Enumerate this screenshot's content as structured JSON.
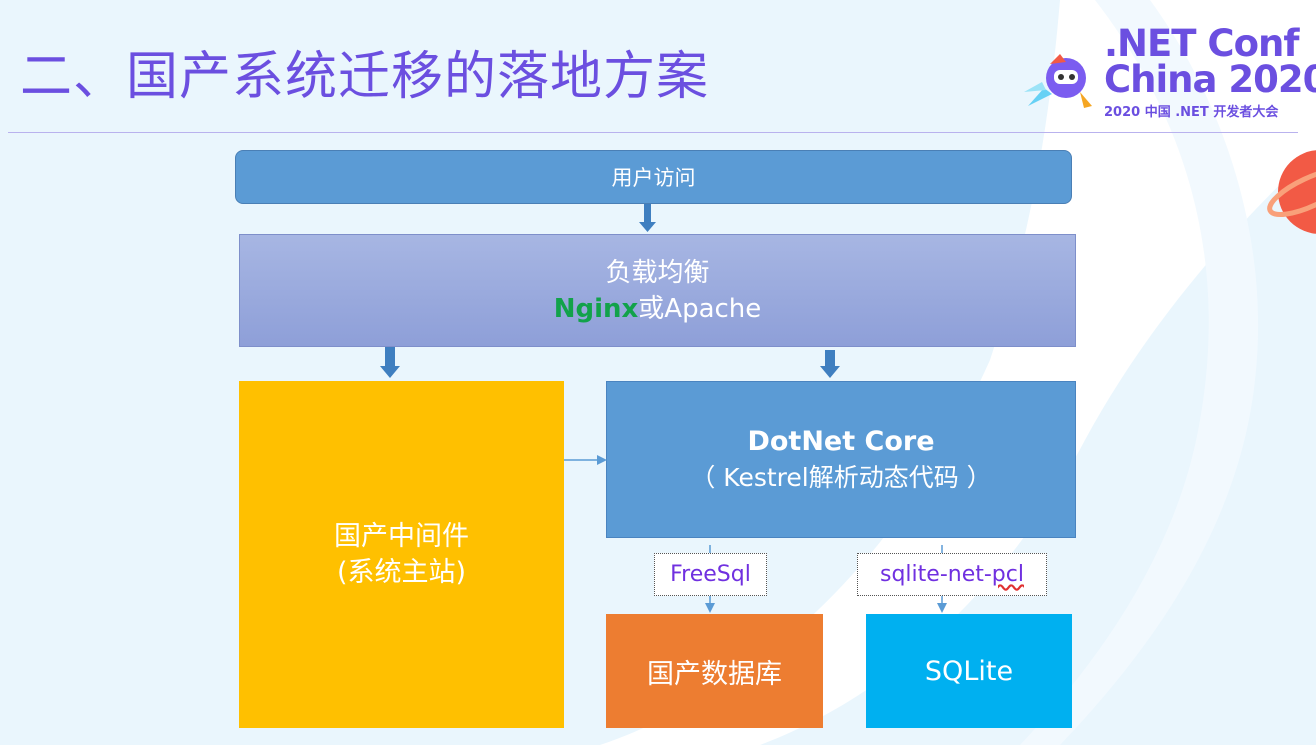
{
  "slide": {
    "title": "二、国产系统迁移的落地方案"
  },
  "logo": {
    "line1": ".NET Conf",
    "line2": "China  2020",
    "line3": "2020 中国 .NET 开发者大会"
  },
  "diagram": {
    "user_access": "用户访问",
    "load_balancer": {
      "label": "负载均衡",
      "nginx": "Nginx",
      "rest": "或Apache"
    },
    "middleware": {
      "line1": "国产中间件",
      "line2": "(系统主站)"
    },
    "dotnet": {
      "title": "DotNet Core",
      "subtitle": "（ Kestrel解析动态代码 ）"
    },
    "freesql_label": "FreeSql",
    "sqlite_net_label": {
      "prefix": "sqlite-net-",
      "underlined": "pcl"
    },
    "domestic_db": "国产数据库",
    "sqlite": "SQLite"
  },
  "colors": {
    "title_purple": "#6b4fe0",
    "user_box": "#5b9bd5",
    "load_balancer_box": "#9eaedf",
    "middleware_box": "#ffc000",
    "dotnet_box": "#5b9bd5",
    "domestic_db_box": "#ed7d31",
    "sqlite_box": "#00b0f0",
    "nginx_green": "#12a24a",
    "label_text": "#7030e0"
  }
}
